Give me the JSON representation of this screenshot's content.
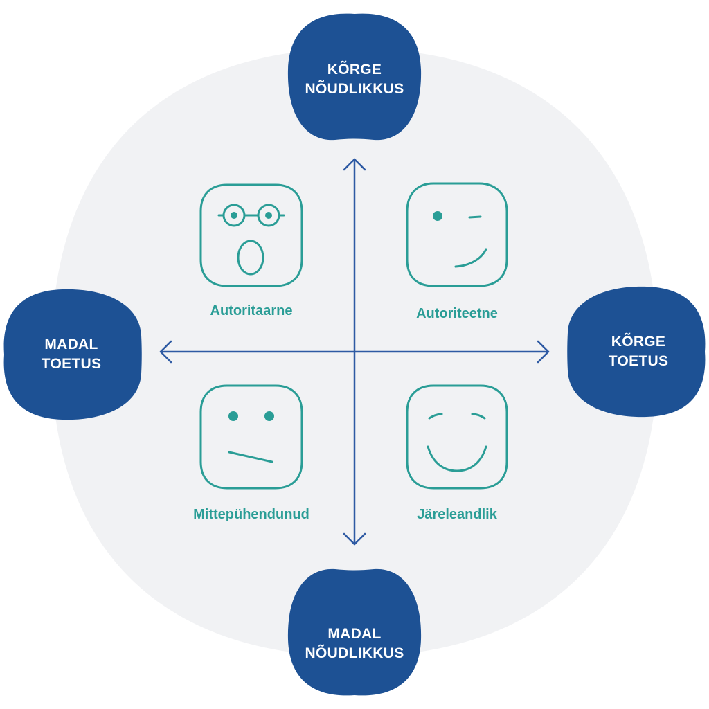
{
  "poles": {
    "top": {
      "line1": "KÕRGE",
      "line2": "NÕUDLIKKUS"
    },
    "bottom": {
      "line1": "MADAL",
      "line2": "NÕUDLIKKUS"
    },
    "left": {
      "line1": "MADAL",
      "line2": "TOETUS"
    },
    "right": {
      "line1": "KÕRGE",
      "line2": "TOETUS"
    }
  },
  "quadrants": {
    "top_left": {
      "label": "Autoritaarne",
      "icon": "surprised-glasses-face-icon"
    },
    "top_right": {
      "label": "Autoriteetne",
      "icon": "winking-face-icon"
    },
    "bottom_left": {
      "label": "Mittepühendunud",
      "icon": "indifferent-face-icon"
    },
    "bottom_right": {
      "label": "Järeleandlik",
      "icon": "content-smiling-face-icon"
    }
  },
  "colors": {
    "background_blob": "#f1f2f4",
    "pole_fill": "#1d5194",
    "axis": "#2e5aa3",
    "face_stroke": "#2a9d96",
    "label_text": "#2a9d96"
  }
}
